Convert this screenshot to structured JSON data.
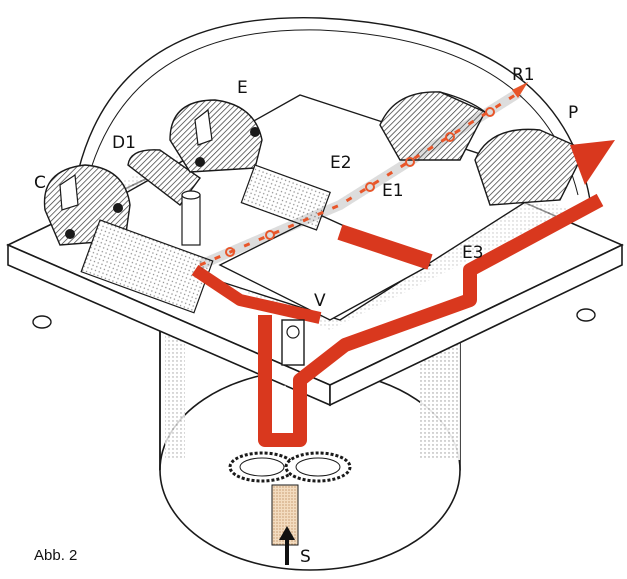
{
  "diagram": {
    "labels": {
      "C": "C",
      "D1": "D1",
      "E": "E",
      "E1": "E1",
      "E2": "E2",
      "E3": "E3",
      "R1": "R1",
      "P": "P",
      "V": "V",
      "S": "S"
    },
    "caption": "Abb. 2",
    "colors": {
      "pressure": "#d9381e",
      "return_marks": "#e8562a",
      "line": "#1a1a1a",
      "stipple": "#c8c8c8",
      "suction": "#e8c9a0"
    }
  }
}
